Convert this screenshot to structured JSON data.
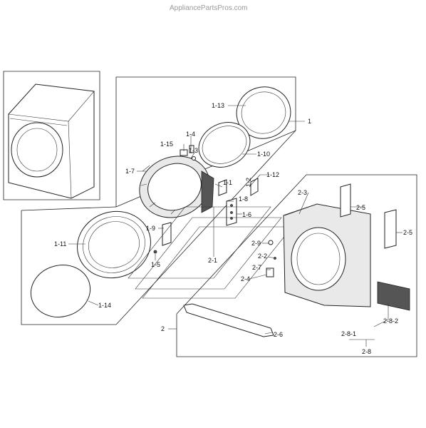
{
  "watermark": "AppliancePartsPros.com",
  "labels": {
    "l1": "1",
    "l1_1": "1-1",
    "l1_2": "1-2",
    "l1_3": "1-3",
    "l1_4": "1-4",
    "l1_5": "1-5",
    "l1_6": "1-6",
    "l1_7": "1-7",
    "l1_8": "1-8",
    "l1_9": "1-9",
    "l1_10": "1-10",
    "l1_11": "1-11",
    "l1_12": "1-12",
    "l1_13": "1-13",
    "l1_14": "1-14",
    "l1_15": "1-15",
    "l2": "2",
    "l2_1": "2-1",
    "l2_2": "2-2",
    "l2_3": "2-3",
    "l2_4": "2-4",
    "l2_5a": "2-5",
    "l2_5b": "2-5",
    "l2_6": "2-6",
    "l2_7": "2-7",
    "l2_8": "2-8",
    "l2_8_1": "2-8-1",
    "l2_8_2": "2-8-2",
    "l2_9": "2-9"
  }
}
